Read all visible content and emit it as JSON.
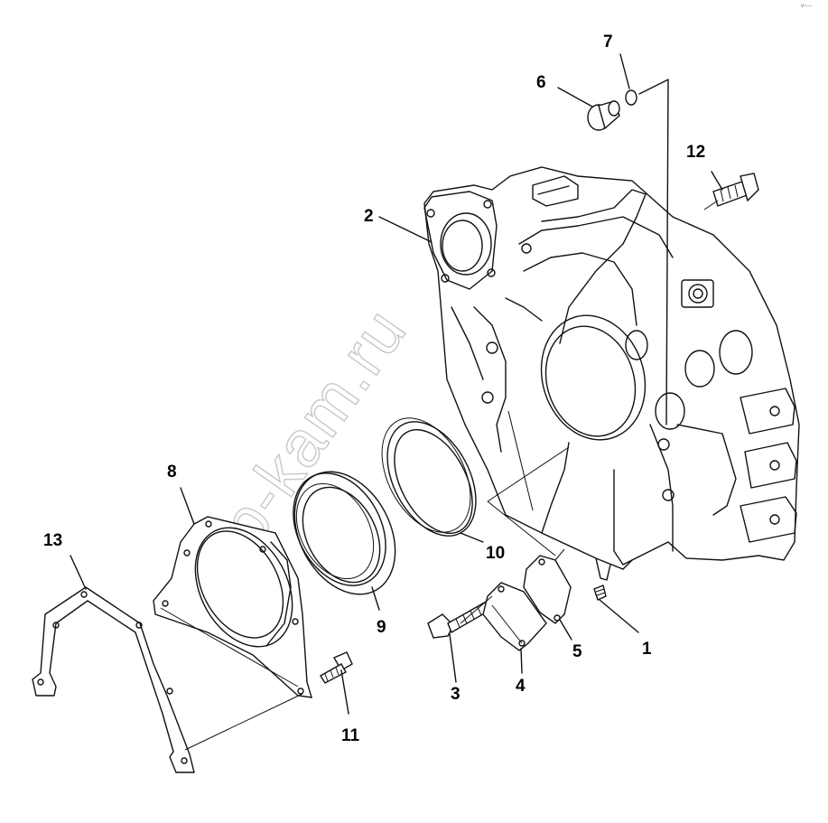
{
  "diagram": {
    "callouts": [
      {
        "id": "c1",
        "text": "1"
      },
      {
        "id": "c2",
        "text": "2"
      },
      {
        "id": "c3",
        "text": "3"
      },
      {
        "id": "c4",
        "text": "4"
      },
      {
        "id": "c5",
        "text": "5"
      },
      {
        "id": "c6",
        "text": "6"
      },
      {
        "id": "c7",
        "text": "7"
      },
      {
        "id": "c8",
        "text": "8"
      },
      {
        "id": "c9",
        "text": "9"
      },
      {
        "id": "c10",
        "text": "10"
      },
      {
        "id": "c11",
        "text": "11"
      },
      {
        "id": "c12",
        "text": "12"
      },
      {
        "id": "c13",
        "text": "13"
      }
    ],
    "watermark": "zap-kam.ru",
    "corner_mark": "v~---",
    "colors": {
      "line": "#111111",
      "watermark": "#c8c8c8",
      "background": "#ffffff"
    }
  }
}
